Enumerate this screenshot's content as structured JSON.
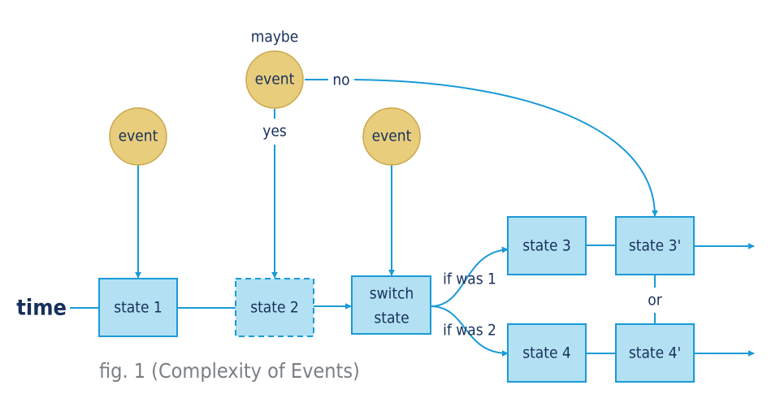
{
  "colors": {
    "box_fill": "#b3e1f3",
    "box_stroke": "#1a9ad6",
    "event_fill": "#e8cd7d",
    "event_stroke": "#c9a84a",
    "text": "#17305a",
    "caption": "#7a7f84"
  },
  "time_label": "time",
  "caption": "fig. 1 (Complexity of Events)",
  "events": {
    "event_1": "event",
    "event_maybe": "event",
    "event_switch": "event"
  },
  "labels": {
    "maybe": "maybe",
    "no": "no",
    "yes": "yes",
    "if_was_1": "if was 1",
    "if_was_2": "if was 2",
    "or": "or"
  },
  "states": {
    "state_1": "state 1",
    "state_2": "state 2",
    "switch_line1": "switch",
    "switch_line2": "state",
    "state_3": "state 3",
    "state_3_prime": "state 3'",
    "state_4": "state 4",
    "state_4_prime": "state 4'"
  }
}
